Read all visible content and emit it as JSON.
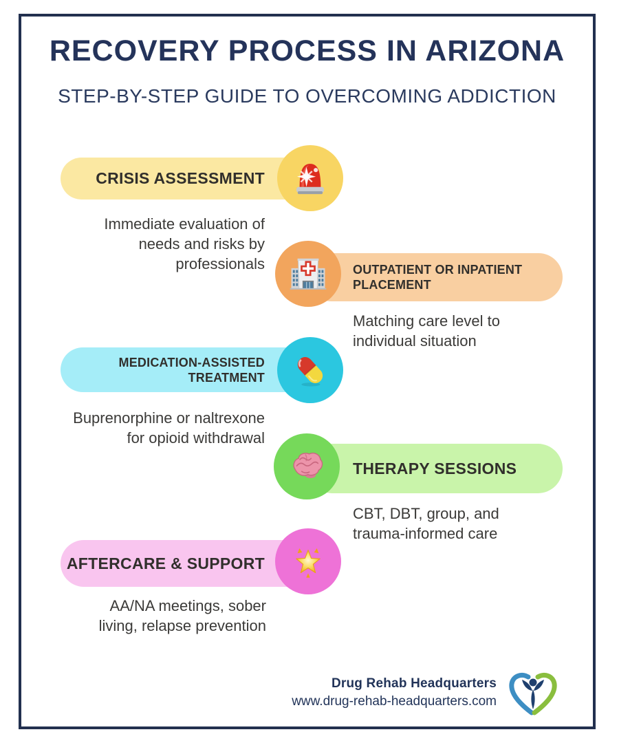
{
  "header": {
    "title": "RECOVERY PROCESS IN ARIZONA",
    "subtitle": "STEP-BY-STEP GUIDE TO OVERCOMING ADDICTION"
  },
  "steps": [
    {
      "title": "CRISIS ASSESSMENT",
      "description": "Immediate evaluation of needs and risks by professionals",
      "description_lines": [
        "Immediate evaluation of",
        "needs and risks by",
        "professionals"
      ],
      "icon": "siren-icon",
      "pill_color": "#FBE8A2",
      "circle_color": "#F8D563"
    },
    {
      "title": "OUTPATIENT OR INPATIENT PLACEMENT",
      "title_lines": [
        "OUTPATIENT OR INPATIENT",
        "PLACEMENT"
      ],
      "description": "Matching care level to individual situation",
      "description_lines": [
        "Matching care level to",
        "individual situation"
      ],
      "icon": "hospital-icon",
      "pill_color": "#F9CFA1",
      "circle_color": "#F2A55D"
    },
    {
      "title": "MEDICATION-ASSISTED TREATMENT",
      "title_lines": [
        "MEDICATION-ASSISTED",
        "TREATMENT"
      ],
      "description": "Buprenorphine or naltrexone for opioid withdrawal",
      "description_lines": [
        "Buprenorphine or naltrexone",
        "for opioid withdrawal"
      ],
      "icon": "pill-icon",
      "pill_color": "#A5EDF8",
      "circle_color": "#2BC7E0"
    },
    {
      "title": "THERAPY SESSIONS",
      "description": "CBT, DBT, group, and trauma-informed care",
      "description_lines": [
        "CBT, DBT, group, and",
        "trauma-informed care"
      ],
      "icon": "brain-icon",
      "pill_color": "#C9F4AA",
      "circle_color": "#76D95A"
    },
    {
      "title": "AFTERCARE & SUPPORT",
      "description": "AA/NA meetings, sober living, relapse prevention",
      "description_lines": [
        "AA/NA meetings, sober",
        "living, relapse prevention"
      ],
      "icon": "star-icon",
      "pill_color": "#F9C5EF",
      "circle_color": "#EE72D7"
    }
  ],
  "footer": {
    "brand": "Drug Rehab Headquarters",
    "website": "www.drug-rehab-headquarters.com",
    "logo": "heart-person-logo"
  },
  "colors": {
    "background": "#FFFFFF",
    "card_border": "#22304F",
    "heading": "#24335A",
    "step_title": "#312F2C",
    "body_text": "#3B3A38",
    "logo_blue": "#3D8EC3",
    "logo_green": "#8ABE3E",
    "logo_navy": "#1E3F6E"
  }
}
